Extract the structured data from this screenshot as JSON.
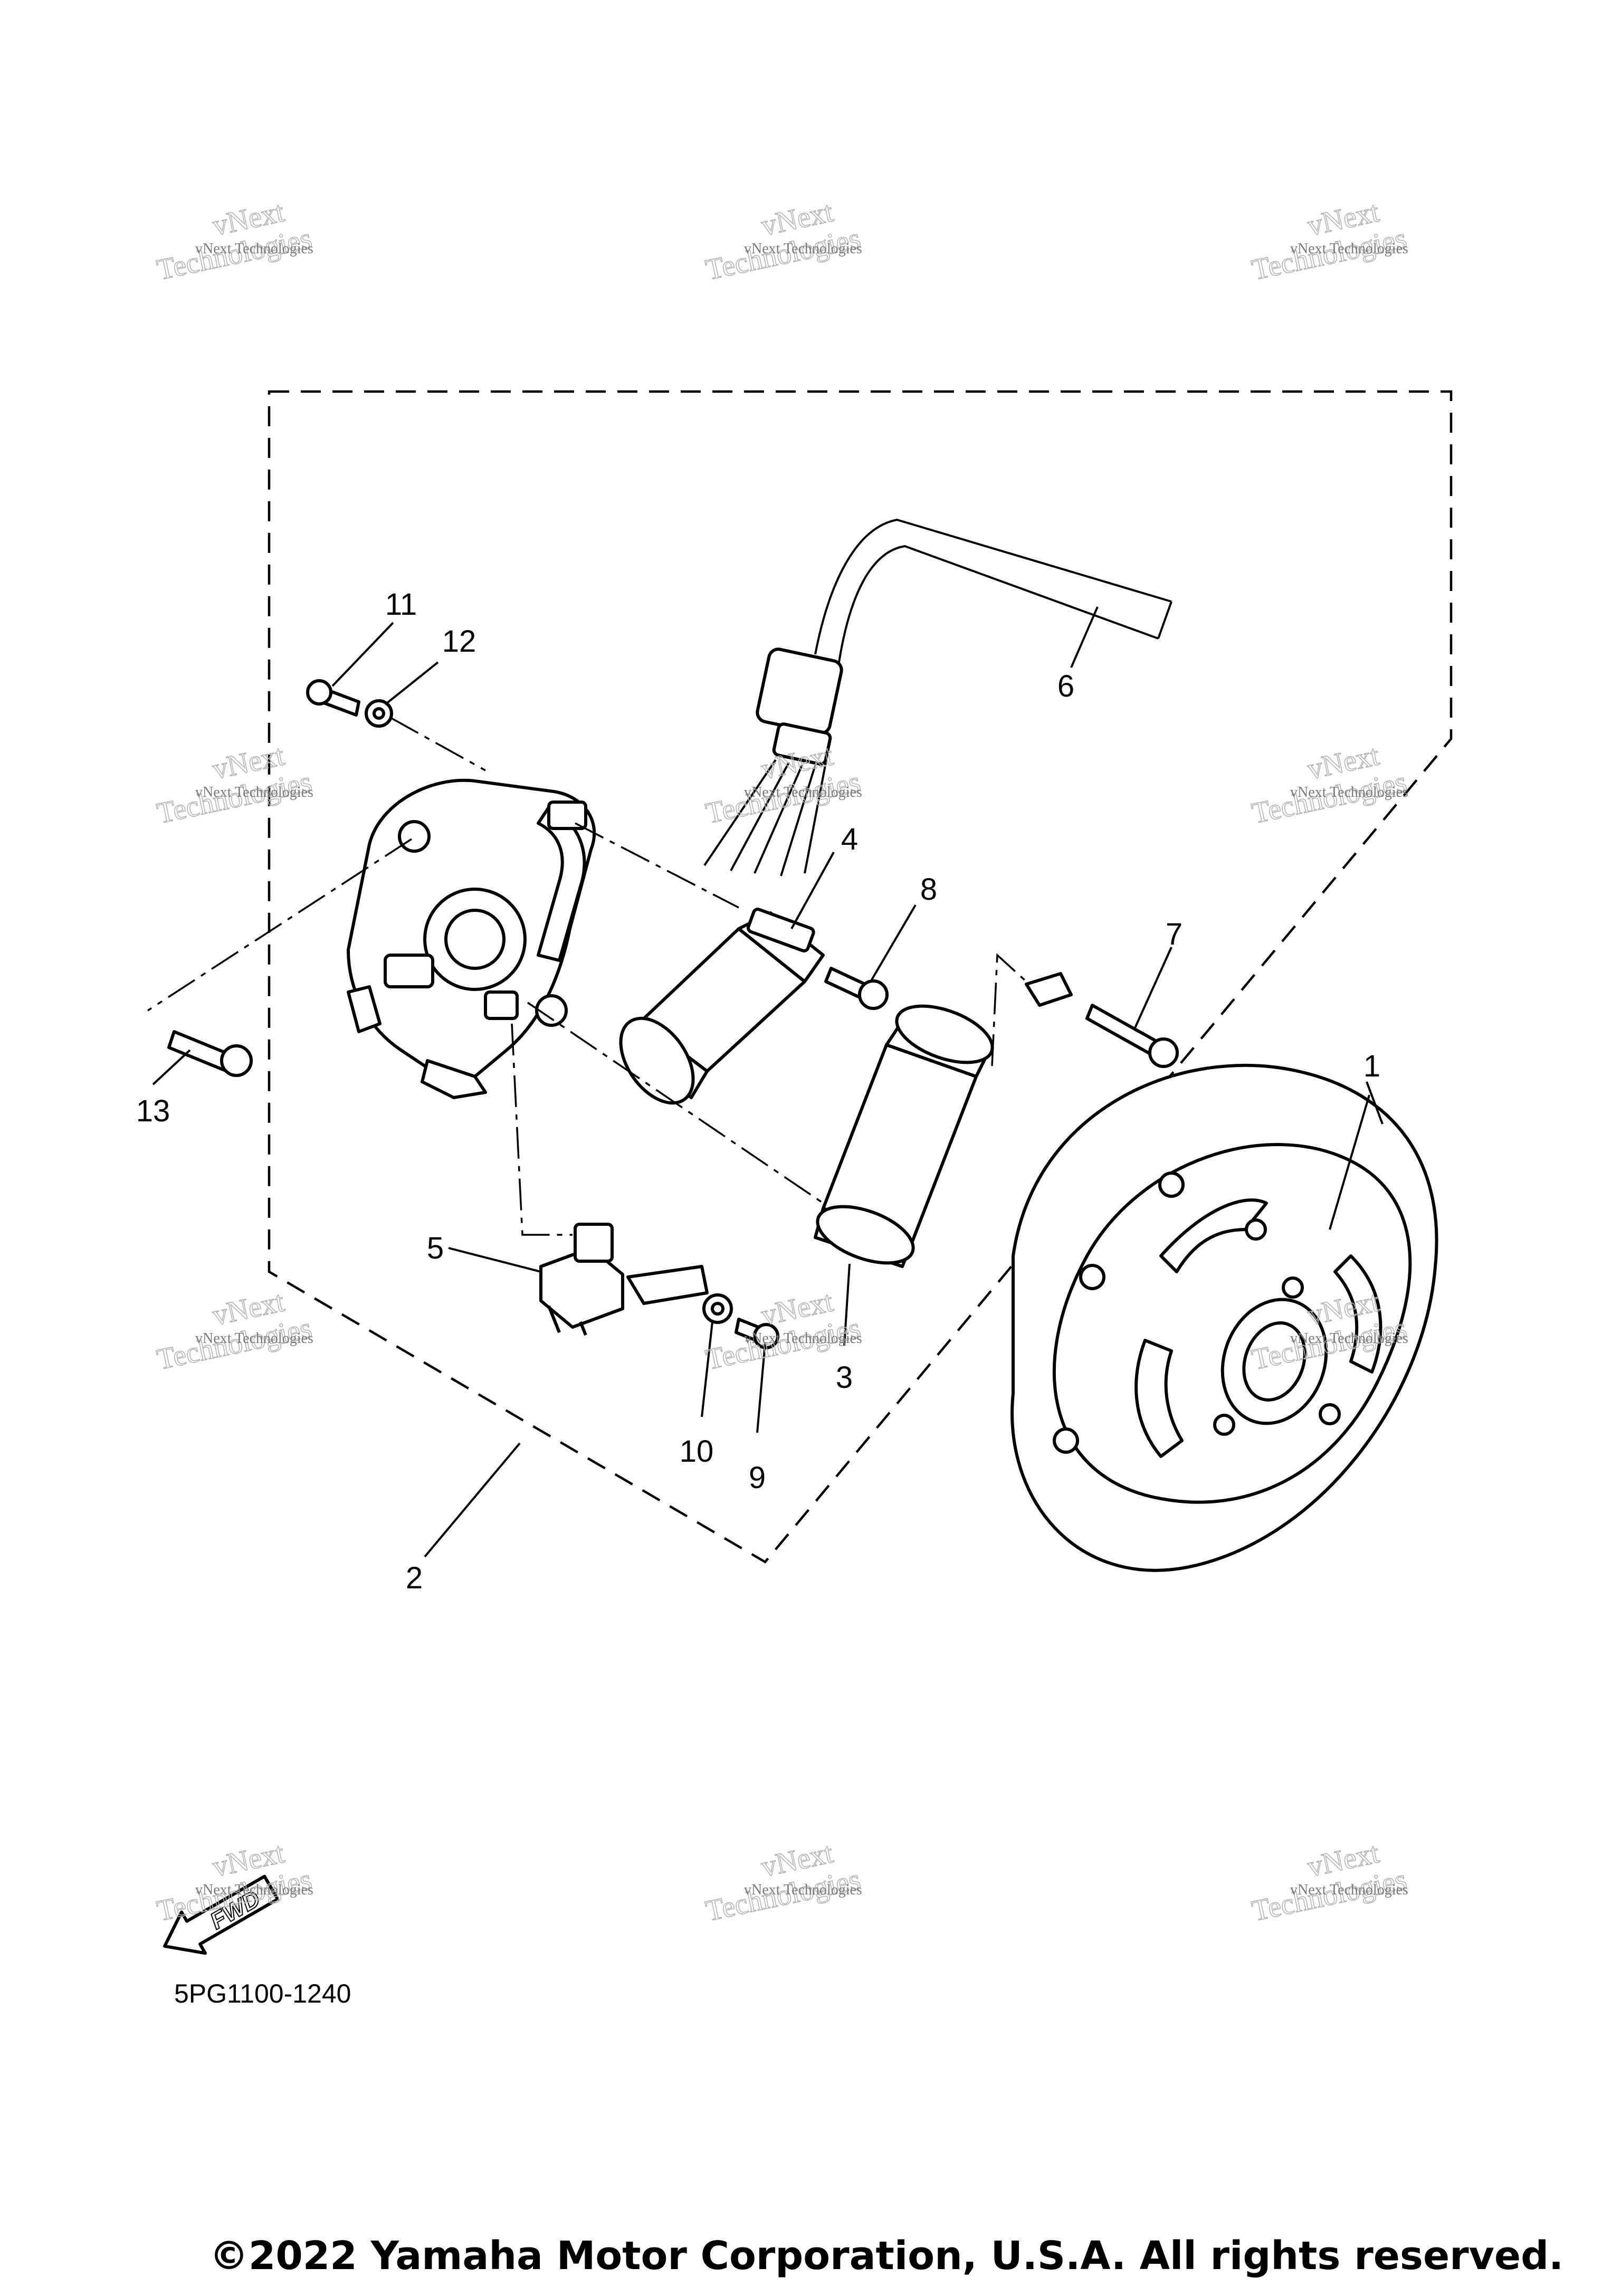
{
  "callouts": {
    "c1": "1",
    "c2": "2",
    "c3": "3",
    "c4": "4",
    "c5": "5",
    "c6": "6",
    "c7": "7",
    "c8": "8",
    "c9": "9",
    "c10": "10",
    "c11": "11",
    "c12": "12",
    "c13": "13"
  },
  "fwd_label": "FWD",
  "diagram_code": "5PG1100-1240",
  "copyright": "©2022 Yamaha Motor Corporation, U.S.A. All rights reserved.",
  "watermark": {
    "line1": "vNext",
    "line2": "Technologies",
    "small": "vNext Technologies"
  }
}
